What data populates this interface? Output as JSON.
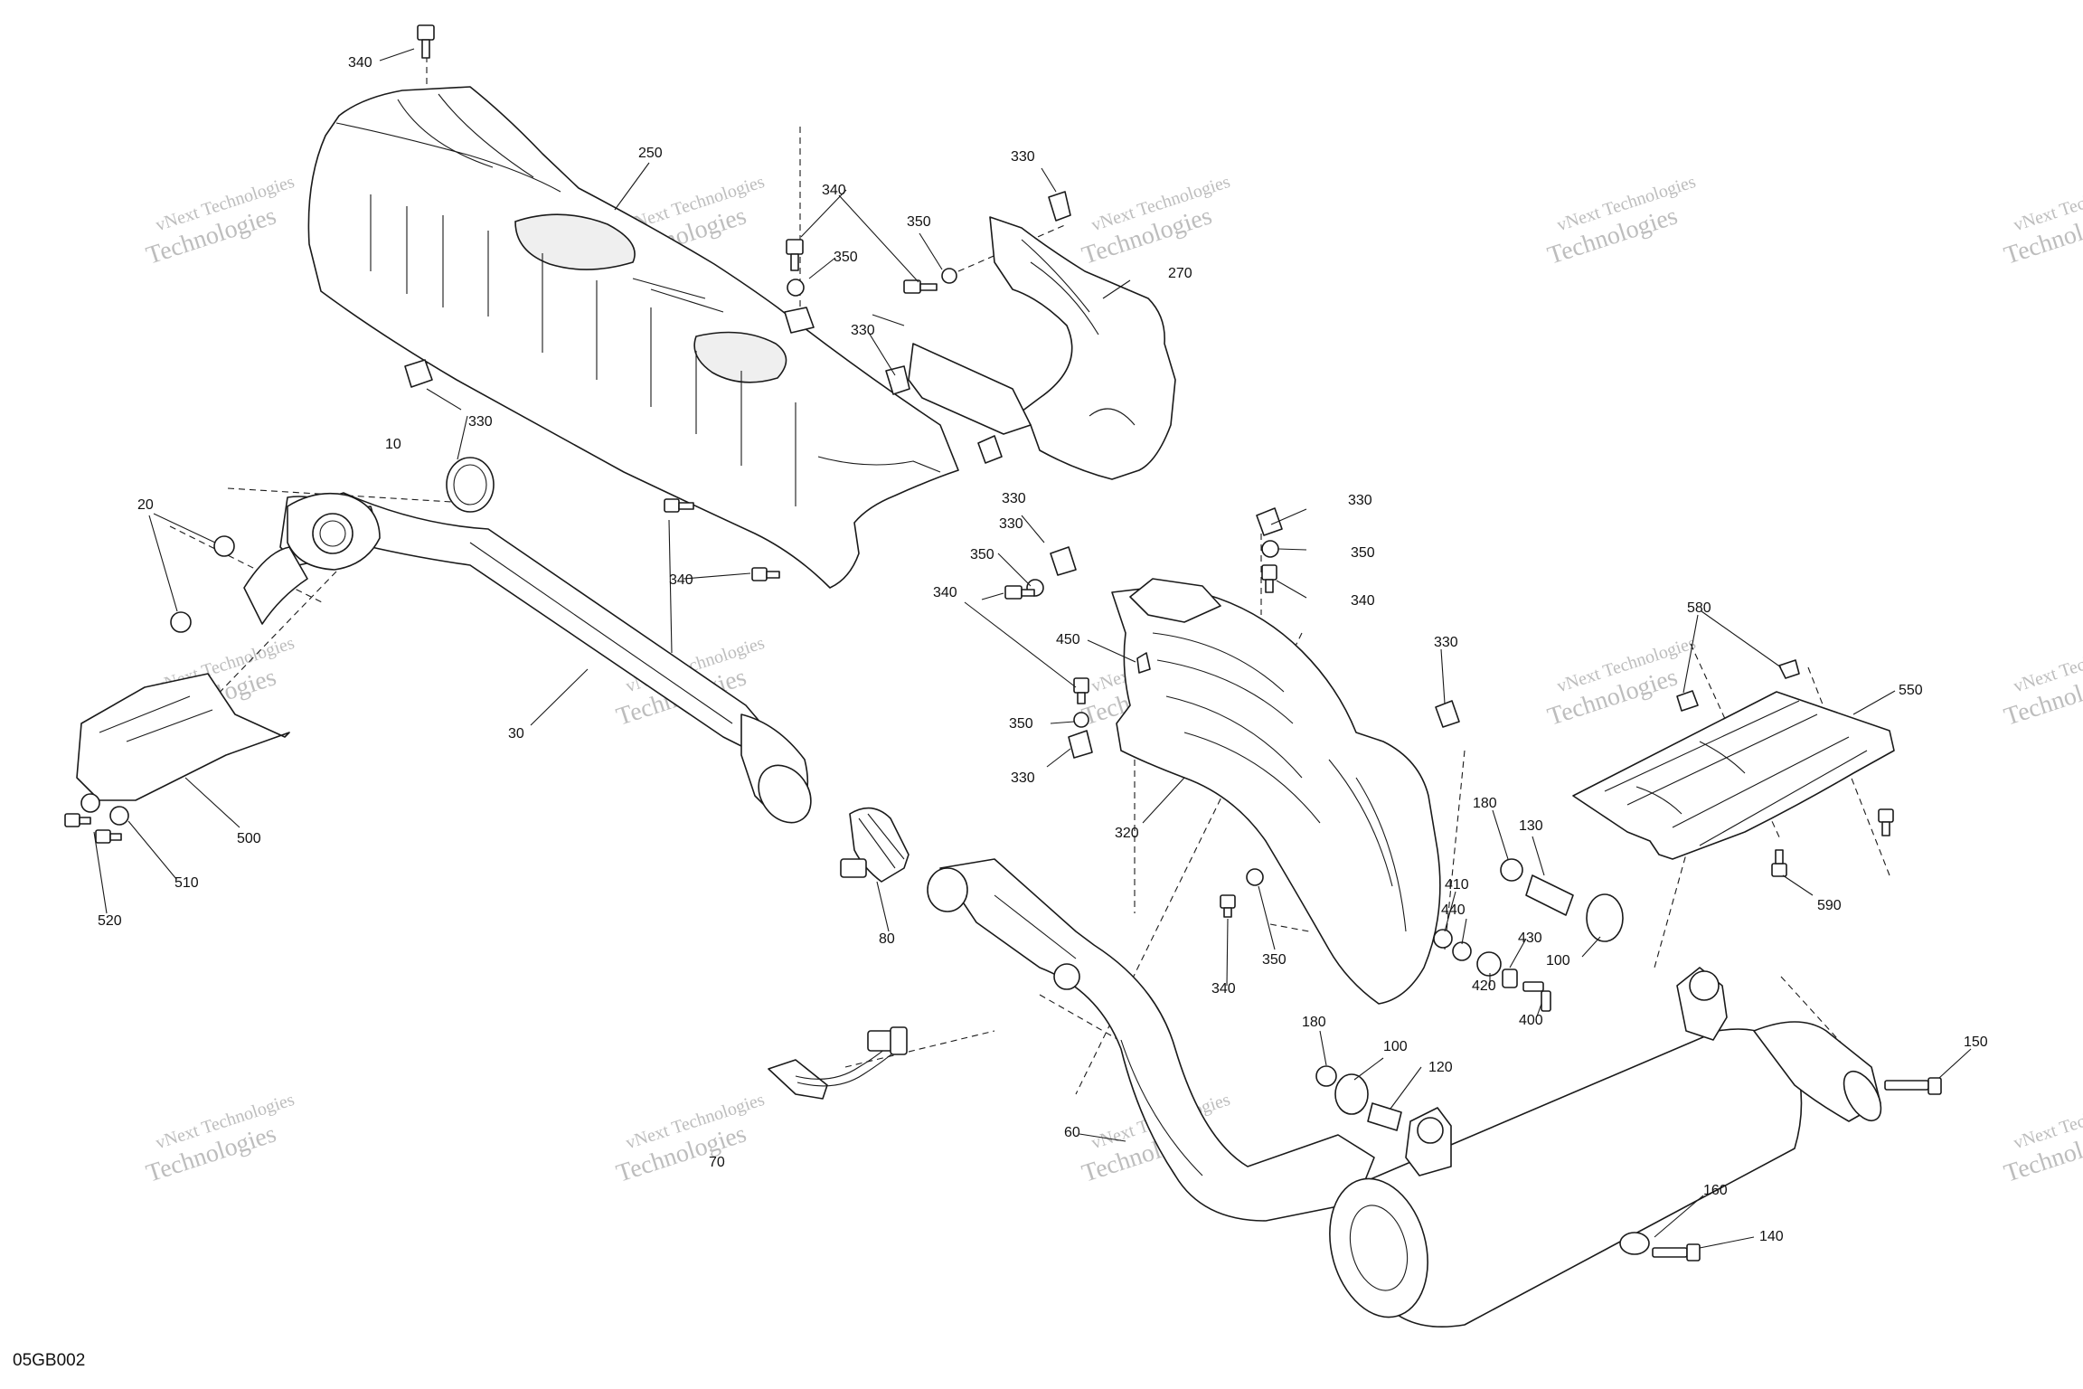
{
  "diagram": {
    "reference_code": "05GB002",
    "watermark": {
      "line1": "vNext Technologies",
      "line2": "Technologies",
      "color": "#bdbdbd"
    },
    "callouts": [
      {
        "label": "340"
      },
      {
        "label": "250"
      },
      {
        "label": "340"
      },
      {
        "label": "350"
      },
      {
        "label": "330"
      },
      {
        "label": "350"
      },
      {
        "label": "330"
      },
      {
        "label": "270"
      },
      {
        "label": "330"
      },
      {
        "label": "10"
      },
      {
        "label": "20"
      },
      {
        "label": "330"
      },
      {
        "label": "340"
      },
      {
        "label": "330"
      },
      {
        "label": "330"
      },
      {
        "label": "350"
      },
      {
        "label": "350"
      },
      {
        "label": "340"
      },
      {
        "label": "340"
      },
      {
        "label": "450"
      },
      {
        "label": "330"
      },
      {
        "label": "350"
      },
      {
        "label": "330"
      },
      {
        "label": "580"
      },
      {
        "label": "550"
      },
      {
        "label": "30"
      },
      {
        "label": "500"
      },
      {
        "label": "510"
      },
      {
        "label": "520"
      },
      {
        "label": "80"
      },
      {
        "label": "320"
      },
      {
        "label": "180"
      },
      {
        "label": "130"
      },
      {
        "label": "410"
      },
      {
        "label": "440"
      },
      {
        "label": "100"
      },
      {
        "label": "430"
      },
      {
        "label": "590"
      },
      {
        "label": "340"
      },
      {
        "label": "350"
      },
      {
        "label": "420"
      },
      {
        "label": "400"
      },
      {
        "label": "180"
      },
      {
        "label": "100"
      },
      {
        "label": "120"
      },
      {
        "label": "150"
      },
      {
        "label": "70"
      },
      {
        "label": "60"
      },
      {
        "label": "160"
      },
      {
        "label": "140"
      }
    ]
  }
}
